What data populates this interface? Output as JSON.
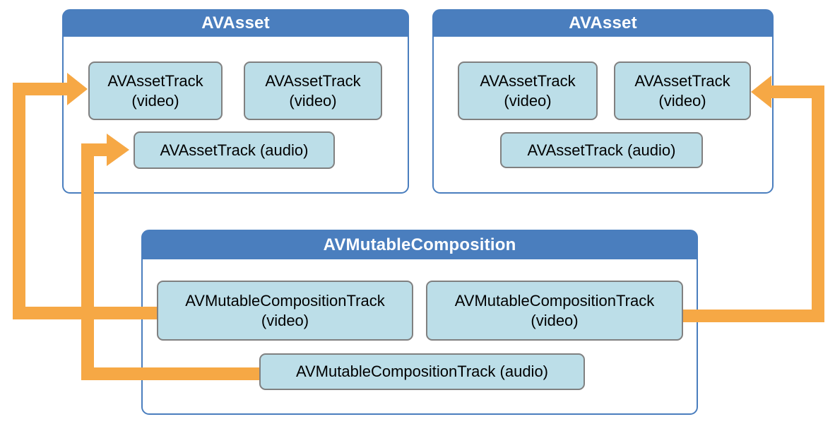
{
  "palette": {
    "group_header_fill": "#4A7EBE",
    "group_border": "#4A7EBE",
    "track_fill": "#BCDEE8",
    "track_border": "#808080",
    "arrow_orange": "#F6A845",
    "header_text": "#FFFFFF",
    "track_text": "#000000"
  },
  "boxes": {
    "asset_left": {
      "title": "AVAsset"
    },
    "asset_right": {
      "title": "AVAsset"
    },
    "composition": {
      "title": "AVMutableComposition"
    }
  },
  "tracks": {
    "asset_left_video_1": {
      "line1": "AVAssetTrack",
      "line2": "(video)"
    },
    "asset_left_video_2": {
      "line1": "AVAssetTrack",
      "line2": "(video)"
    },
    "asset_left_audio": {
      "line1": "AVAssetTrack (audio)"
    },
    "asset_right_video_1": {
      "line1": "AVAssetTrack",
      "line2": "(video)"
    },
    "asset_right_video_2": {
      "line1": "AVAssetTrack",
      "line2": "(video)"
    },
    "asset_right_audio": {
      "line1": "AVAssetTrack (audio)"
    },
    "composition_video_1": {
      "line1": "AVMutableCompositionTrack",
      "line2": "(video)"
    },
    "composition_video_2": {
      "line1": "AVMutableCompositionTrack",
      "line2": "(video)"
    },
    "composition_audio": {
      "line1": "AVMutableCompositionTrack (audio)"
    }
  },
  "arrows": {
    "color": "#F6A845",
    "connections": [
      {
        "from": "composition_video_1",
        "to": "asset_left_video_1"
      },
      {
        "from": "composition_audio",
        "to": "asset_left_audio"
      },
      {
        "from": "composition_video_2",
        "to": "asset_right_video_2"
      }
    ]
  }
}
